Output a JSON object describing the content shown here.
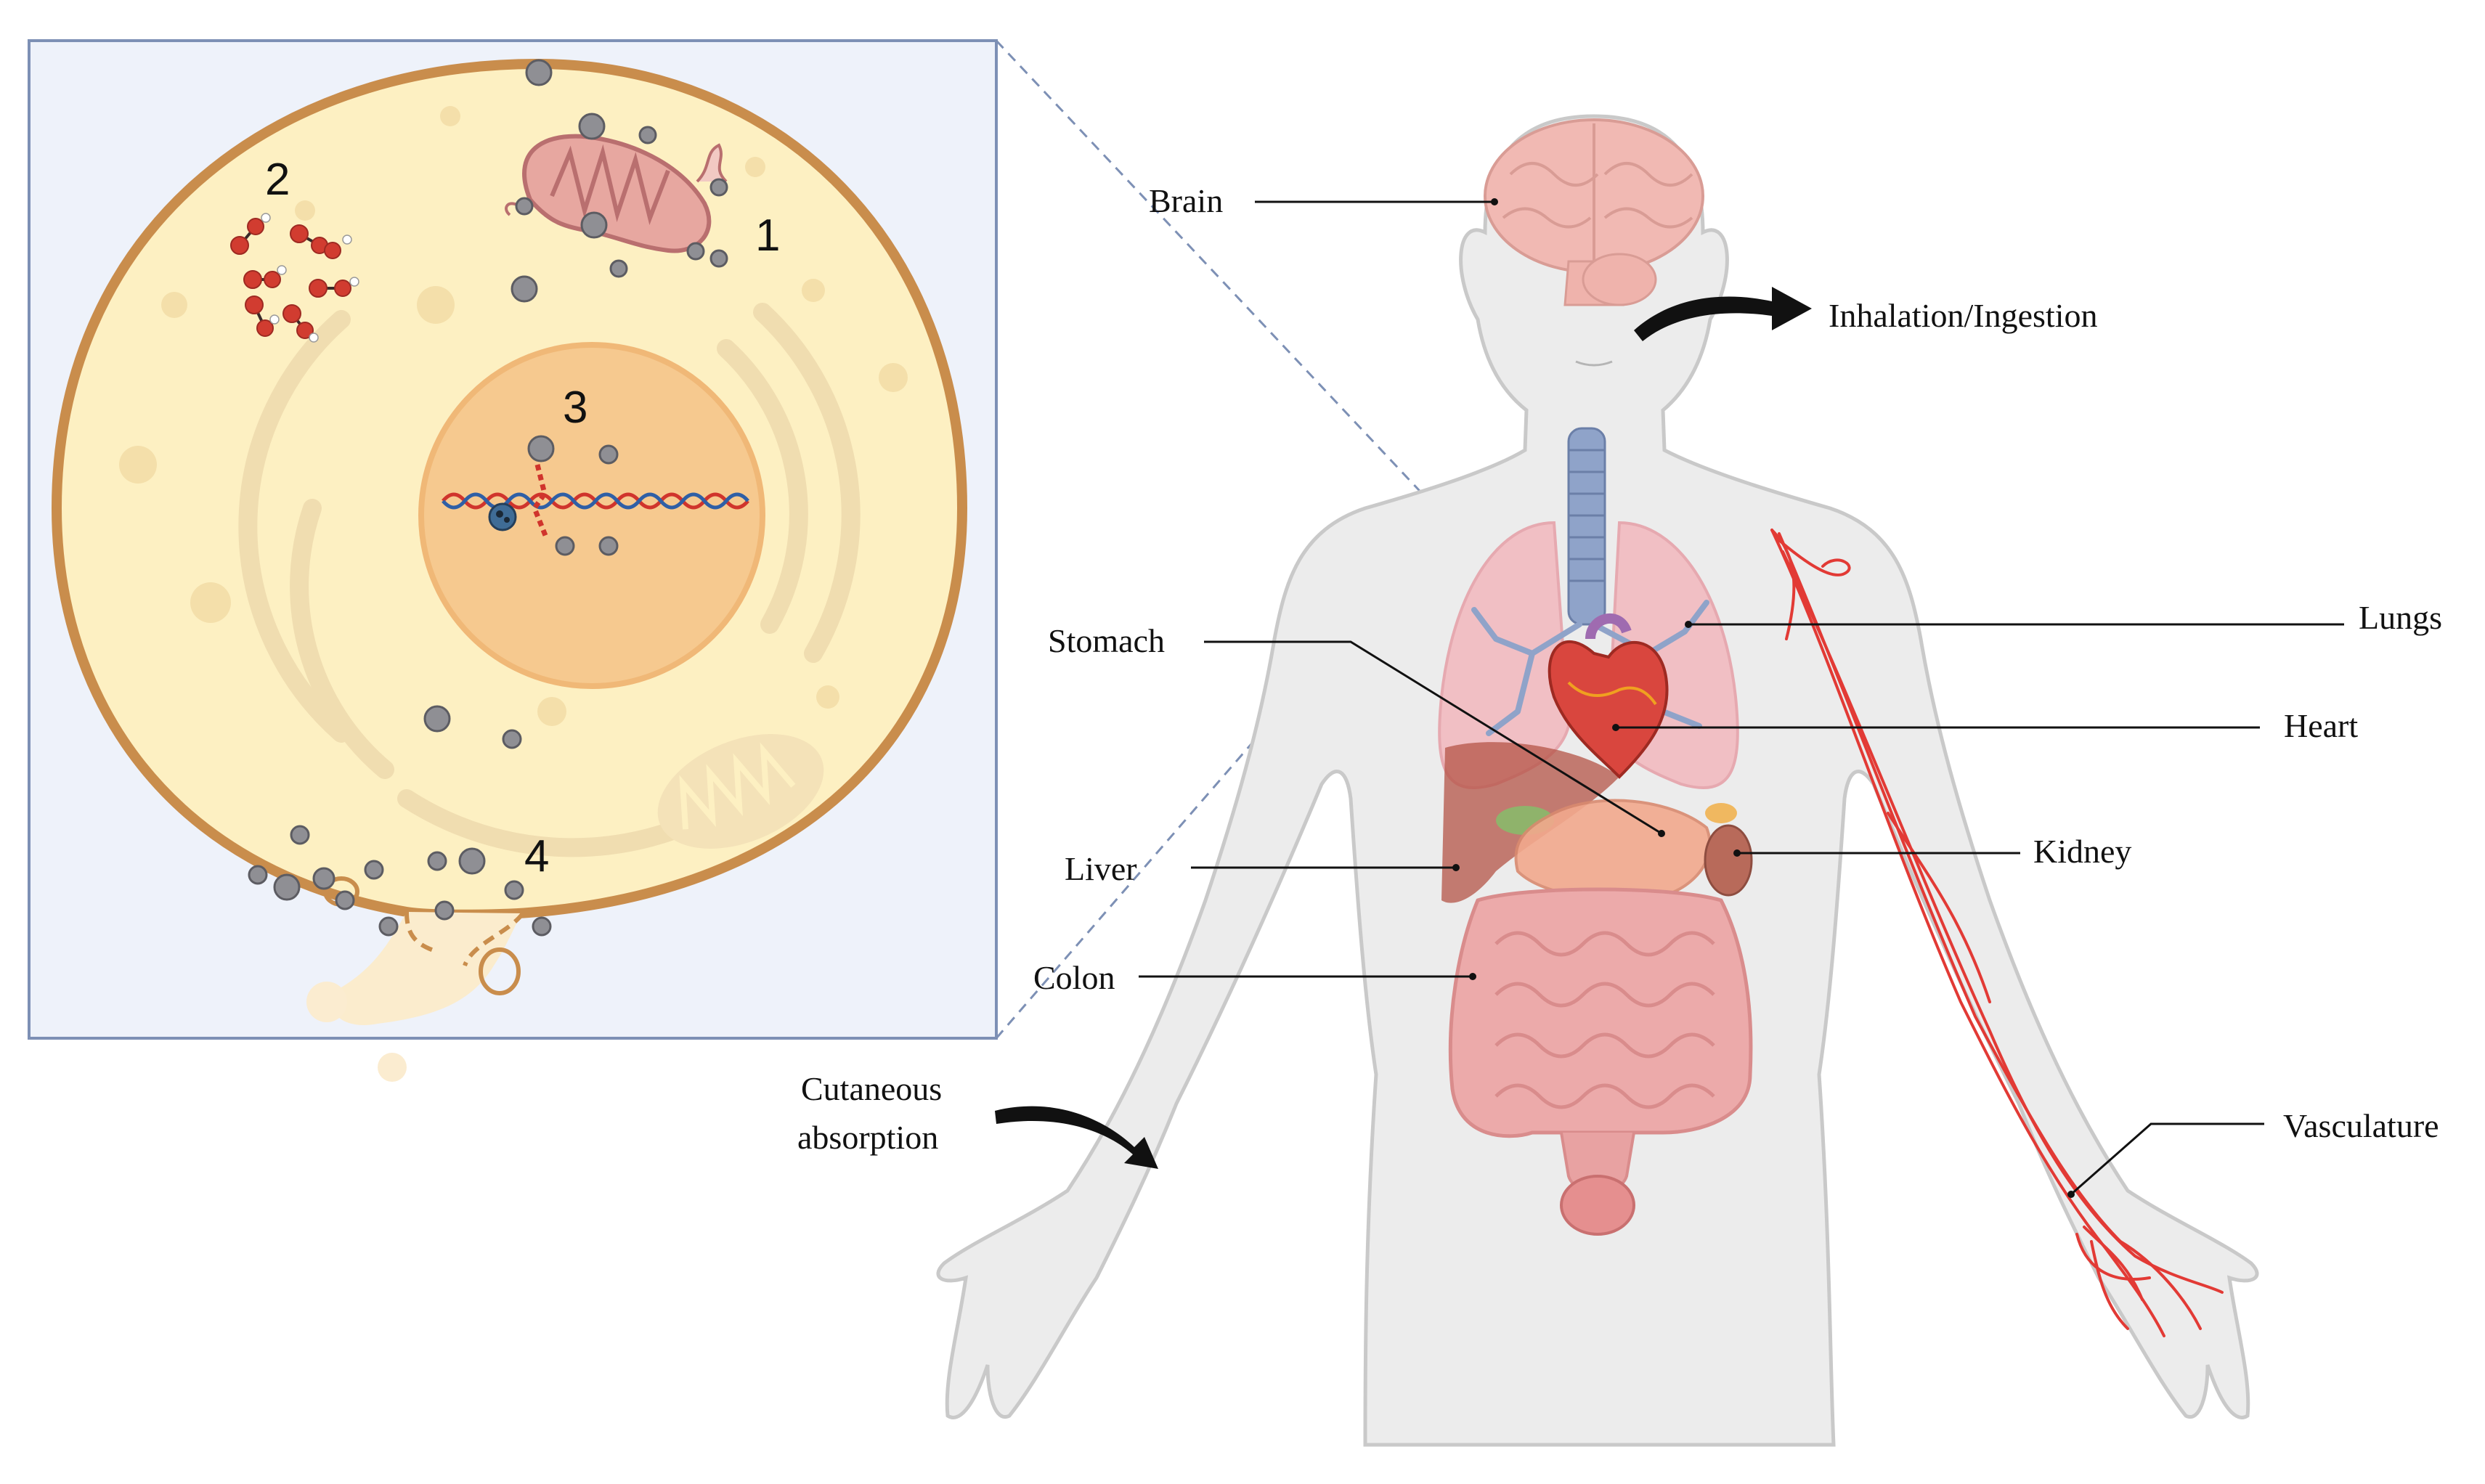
{
  "cell_panel": {
    "markers": [
      "1",
      "2",
      "3",
      "4"
    ]
  },
  "organ_labels": {
    "brain": "Brain",
    "stomach": "Stomach",
    "liver": "Liver",
    "colon": "Colon",
    "lungs": "Lungs",
    "heart": "Heart",
    "kidney": "Kidney",
    "vasculature": "Vasculature"
  },
  "routes": {
    "inhalation_ingestion": "Inhalation/Ingestion",
    "cutaneous_line1": "Cutaneous",
    "cutaneous_line2": "absorption"
  },
  "colors": {
    "cell_cytoplasm": "#fdf0c2",
    "cell_membrane": "#c98d4c",
    "nucleus": "#f6c98f",
    "panel_background": "#eef2fa",
    "panel_border": "#7d90b5",
    "body_fill": "#ececec",
    "lungs": "#f3b8be",
    "heart": "#d9463e",
    "intestine": "#ecaaaa",
    "vessels": "#e23a35",
    "nanoparticle": "#8f8f94"
  }
}
